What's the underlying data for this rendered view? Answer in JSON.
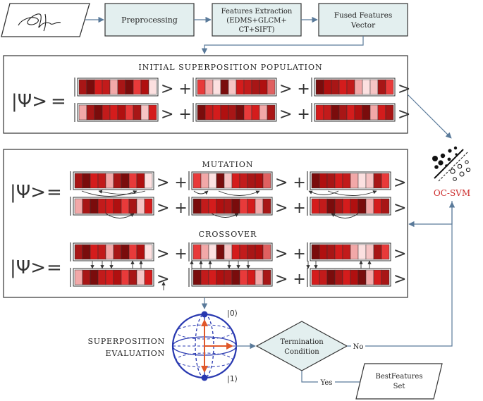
{
  "pipeline": {
    "preprocessing": "Preprocessing",
    "features_line1": "Features Extraction",
    "features_line2": "(EDMS+GLCM+",
    "features_line3": "CT+SIFT)",
    "fused_line1": "Fused Features",
    "fused_line2": "Vector"
  },
  "initial": {
    "title": "INITIAL SUPERPOSITION POPULATION"
  },
  "ops": {
    "mutation": "MUTATION",
    "crossover": "CROSSOVER",
    "psi": "|Ψ>",
    "equals": "=",
    "ket_plus": "> +",
    "ket_end": ">"
  },
  "ocsvm": {
    "label": "OC-SVM"
  },
  "evaluation": {
    "line1": "SUPERPOSITION",
    "line2": "EVALUATION",
    "ket0": "|0⟩",
    "ket1": "|1⟩"
  },
  "decision": {
    "line1": "Termination",
    "line2": "Condition",
    "no": "No",
    "yes": "Yes"
  },
  "output": {
    "line1": "BestFeatures",
    "line2": "Set"
  },
  "colors": {
    "box_fill": "#e3efef",
    "accent_red": "#cc2a2a",
    "arrow_blue": "#5a7a9a",
    "sphere_blue": "#2838b0",
    "sphere_arrow": "#e0582a",
    "cells": [
      "#7a0c0c",
      "#a81616",
      "#d41c1c",
      "#f2a8a8",
      "#e06060",
      "#fce0e0",
      "#c21b1b",
      "#e83a3a",
      "#b01010",
      "#f6c4c4"
    ]
  },
  "initial_rows": [
    [
      [
        1,
        0,
        2,
        6,
        3,
        1,
        0,
        7,
        8,
        5
      ],
      [
        7,
        3,
        5,
        0,
        9,
        2,
        6,
        1,
        8,
        4
      ],
      [
        0,
        8,
        1,
        2,
        6,
        3,
        5,
        9,
        1,
        7
      ]
    ],
    [
      [
        3,
        1,
        0,
        6,
        2,
        8,
        7,
        1,
        9,
        2
      ],
      [
        0,
        6,
        2,
        8,
        1,
        0,
        7,
        2,
        3,
        1
      ],
      [
        2,
        6,
        0,
        1,
        2,
        8,
        0,
        3,
        2,
        1
      ]
    ]
  ],
  "mutation_rows": [
    [
      [
        1,
        0,
        2,
        6,
        3,
        1,
        0,
        7,
        8,
        5
      ],
      [
        7,
        3,
        5,
        0,
        9,
        2,
        6,
        1,
        8,
        4
      ],
      [
        0,
        8,
        1,
        2,
        6,
        3,
        5,
        9,
        1,
        7
      ]
    ],
    [
      [
        3,
        1,
        0,
        6,
        2,
        8,
        7,
        1,
        9,
        2
      ],
      [
        0,
        6,
        2,
        8,
        1,
        0,
        7,
        2,
        3,
        1
      ],
      [
        2,
        6,
        0,
        1,
        2,
        8,
        0,
        3,
        2,
        1
      ]
    ]
  ],
  "crossover_rows": [
    [
      [
        1,
        0,
        2,
        6,
        3,
        1,
        0,
        7,
        8,
        5
      ],
      [
        7,
        3,
        5,
        0,
        9,
        2,
        6,
        1,
        8,
        4
      ],
      [
        0,
        8,
        1,
        2,
        6,
        3,
        5,
        9,
        1,
        7
      ]
    ],
    [
      [
        3,
        1,
        0,
        6,
        2,
        8,
        7,
        1,
        9,
        2
      ],
      [
        0,
        6,
        2,
        8,
        1,
        0,
        7,
        2,
        3,
        1
      ],
      [
        2,
        6,
        0,
        1,
        2,
        8,
        0,
        3,
        2,
        1
      ]
    ]
  ]
}
